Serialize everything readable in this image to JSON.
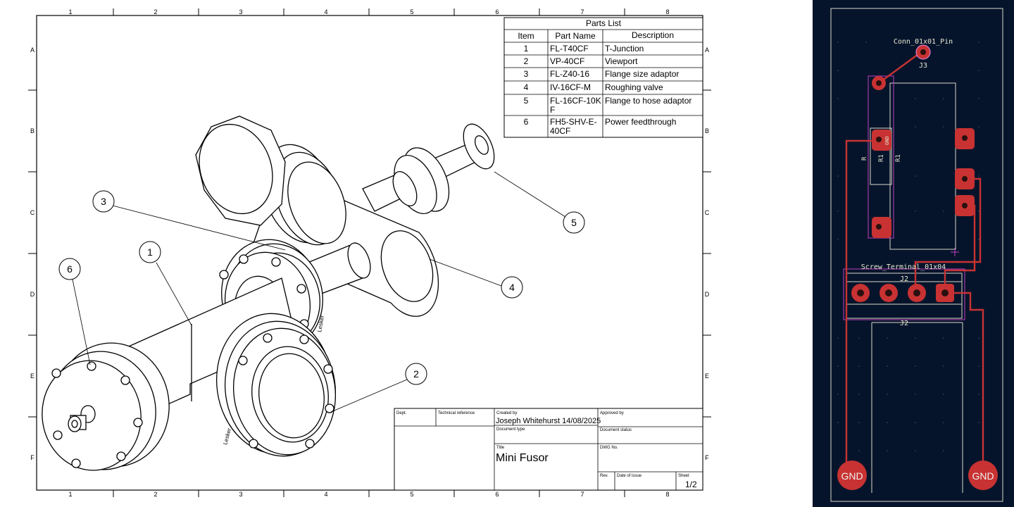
{
  "drawing": {
    "grid_columns": [
      "1",
      "2",
      "3",
      "4",
      "5",
      "6",
      "7",
      "8"
    ],
    "grid_rows": [
      "A",
      "B",
      "C",
      "D",
      "E",
      "F"
    ],
    "parts_list": {
      "title": "Parts List",
      "headers": [
        "Item",
        "Part Name",
        "Description"
      ],
      "rows": [
        {
          "item": "1",
          "part": "FL-T40CF",
          "desc": "T-Junction"
        },
        {
          "item": "2",
          "part": "VP-40CF",
          "desc": "Viewport"
        },
        {
          "item": "3",
          "part": "FL-Z40-16",
          "desc": "Flange size adaptor"
        },
        {
          "item": "4",
          "part": "IV-16CF-M",
          "desc": "Roughing valve"
        },
        {
          "item": "5",
          "part": "FL-16CF-10K",
          "part2": "F",
          "desc": "Flange to hose adaptor"
        },
        {
          "item": "6",
          "part": "FH5-SHV-E-",
          "part2": "40CF",
          "desc": "Power feedthrough"
        }
      ]
    },
    "callouts": [
      "1",
      "2",
      "3",
      "4",
      "5",
      "6"
    ],
    "title_block": {
      "dept": "Dept.",
      "technical_reference": "Technical reference",
      "created_by_label": "Created by",
      "created_by": "Joseph Whitehurst 14/08/2025",
      "approved_by_label": "Approved by",
      "document_type_label": "Document type",
      "document_status_label": "Document status",
      "title_label": "Title",
      "title": "Mini Fusor",
      "dwg_no_label": "DWG No.",
      "rev_label": "Rev.",
      "date_of_issue_label": "Date of issue",
      "sheet_label": "Sheet",
      "sheet": "1/2"
    },
    "brand_mark": "Lesker"
  },
  "pcb": {
    "colors": {
      "background": "#06142b",
      "copper": "#c83232",
      "silkscreen": "#e8e8d0",
      "courtyard": "#c040c0",
      "pad": "#cc3333"
    },
    "j3_value": "Conn_01x01_Pin",
    "j3_ref": "J3",
    "r1_ref_a": "R1",
    "r1_ref_b": "R1",
    "r1_value": "R",
    "gnd_pad": "GND",
    "j2_value": "Screw_Terminal_01x04",
    "j2_ref_top": "J2",
    "j2_ref_bottom": "J2",
    "gnd_left": "GND",
    "gnd_right": "GND"
  }
}
